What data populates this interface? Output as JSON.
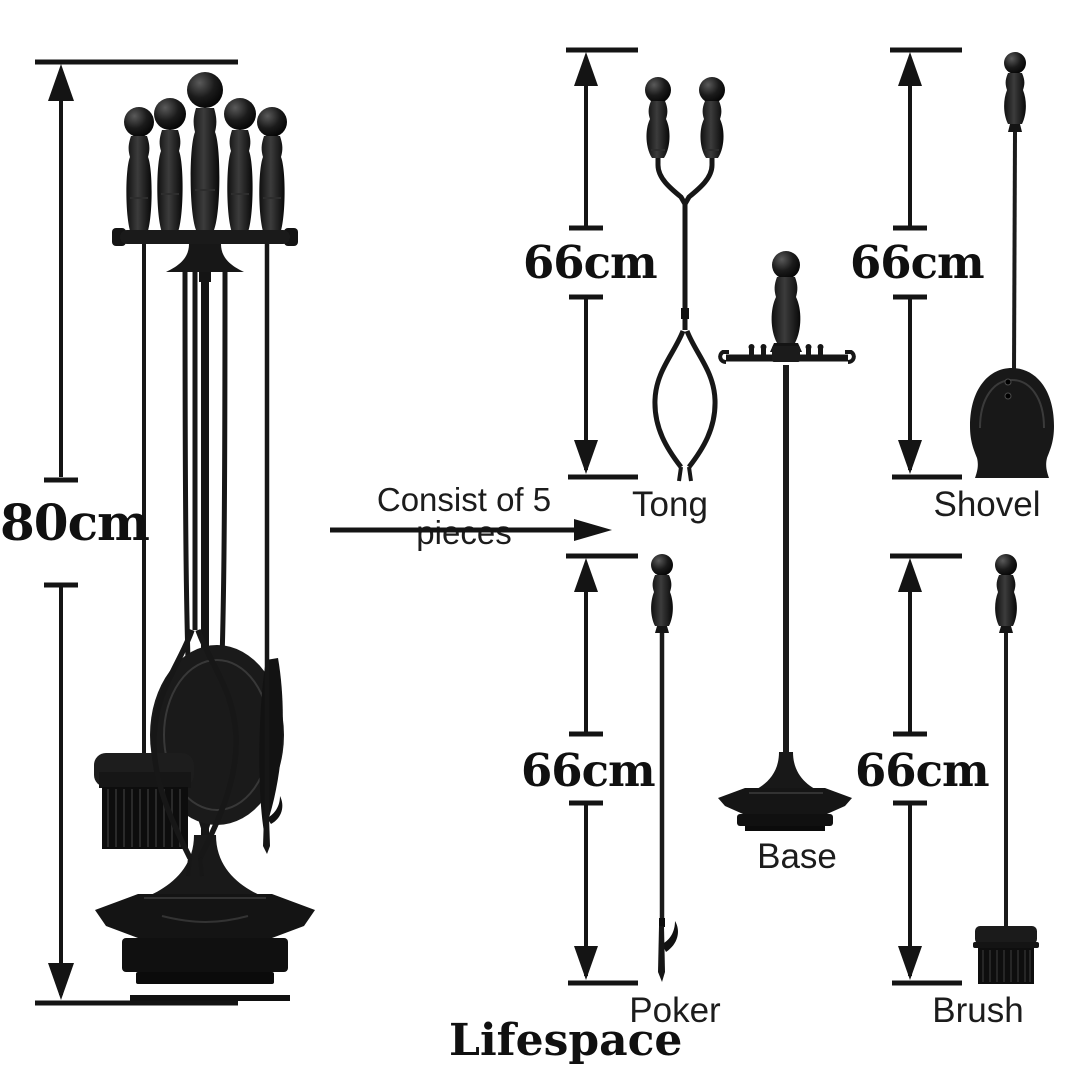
{
  "brand": {
    "label": "Lifespace"
  },
  "transition": {
    "label": "Consist of 5 pieces"
  },
  "main_set": {
    "height_label": "80cm"
  },
  "pieces": {
    "tong": {
      "label": "Tong",
      "height_label": "66cm"
    },
    "shovel": {
      "label": "Shovel",
      "height_label": "66cm"
    },
    "base": {
      "label": "Base"
    },
    "poker": {
      "label": "Poker",
      "height_label": "66cm"
    },
    "brush": {
      "label": "Brush",
      "height_label": "66cm"
    }
  },
  "colors": {
    "background": "#ffffff",
    "ink": "#141414",
    "text": "#101010"
  }
}
